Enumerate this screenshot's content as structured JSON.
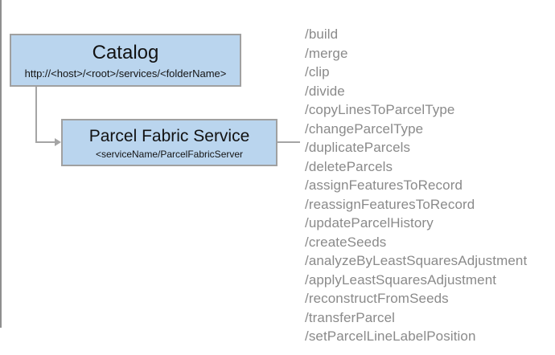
{
  "diagram": {
    "nodes": [
      {
        "id": "catalog",
        "title": "Catalog",
        "subtitle": "http://<host>/<root>/services/<folderName>"
      },
      {
        "id": "parcel-fabric-service",
        "title": "Parcel Fabric Service",
        "subtitle": "<serviceName/ParcelFabricServer"
      }
    ],
    "operations": [
      "/build",
      "/merge",
      "/clip",
      "/divide",
      "/copyLinesToParcelType",
      "/changeParcelType",
      "/duplicateParcels",
      "/deleteParcels",
      "/assignFeaturesToRecord",
      "/reassignFeaturesToRecord",
      "/updateParcelHistory",
      "/createSeeds",
      "/analyzeByLeastSquaresAdjustment",
      "/applyLeastSquaresAdjustment",
      "/reconstructFromSeeds",
      "/transferParcel",
      "/setParcelLineLabelPosition"
    ],
    "colors": {
      "node_fill": "#bad5ee",
      "node_border": "#a0a0a0",
      "connector": "#a5a5a5",
      "divider": "#8f8f8f",
      "operation_text": "#8a8a8a",
      "background": "#ffffff"
    }
  }
}
